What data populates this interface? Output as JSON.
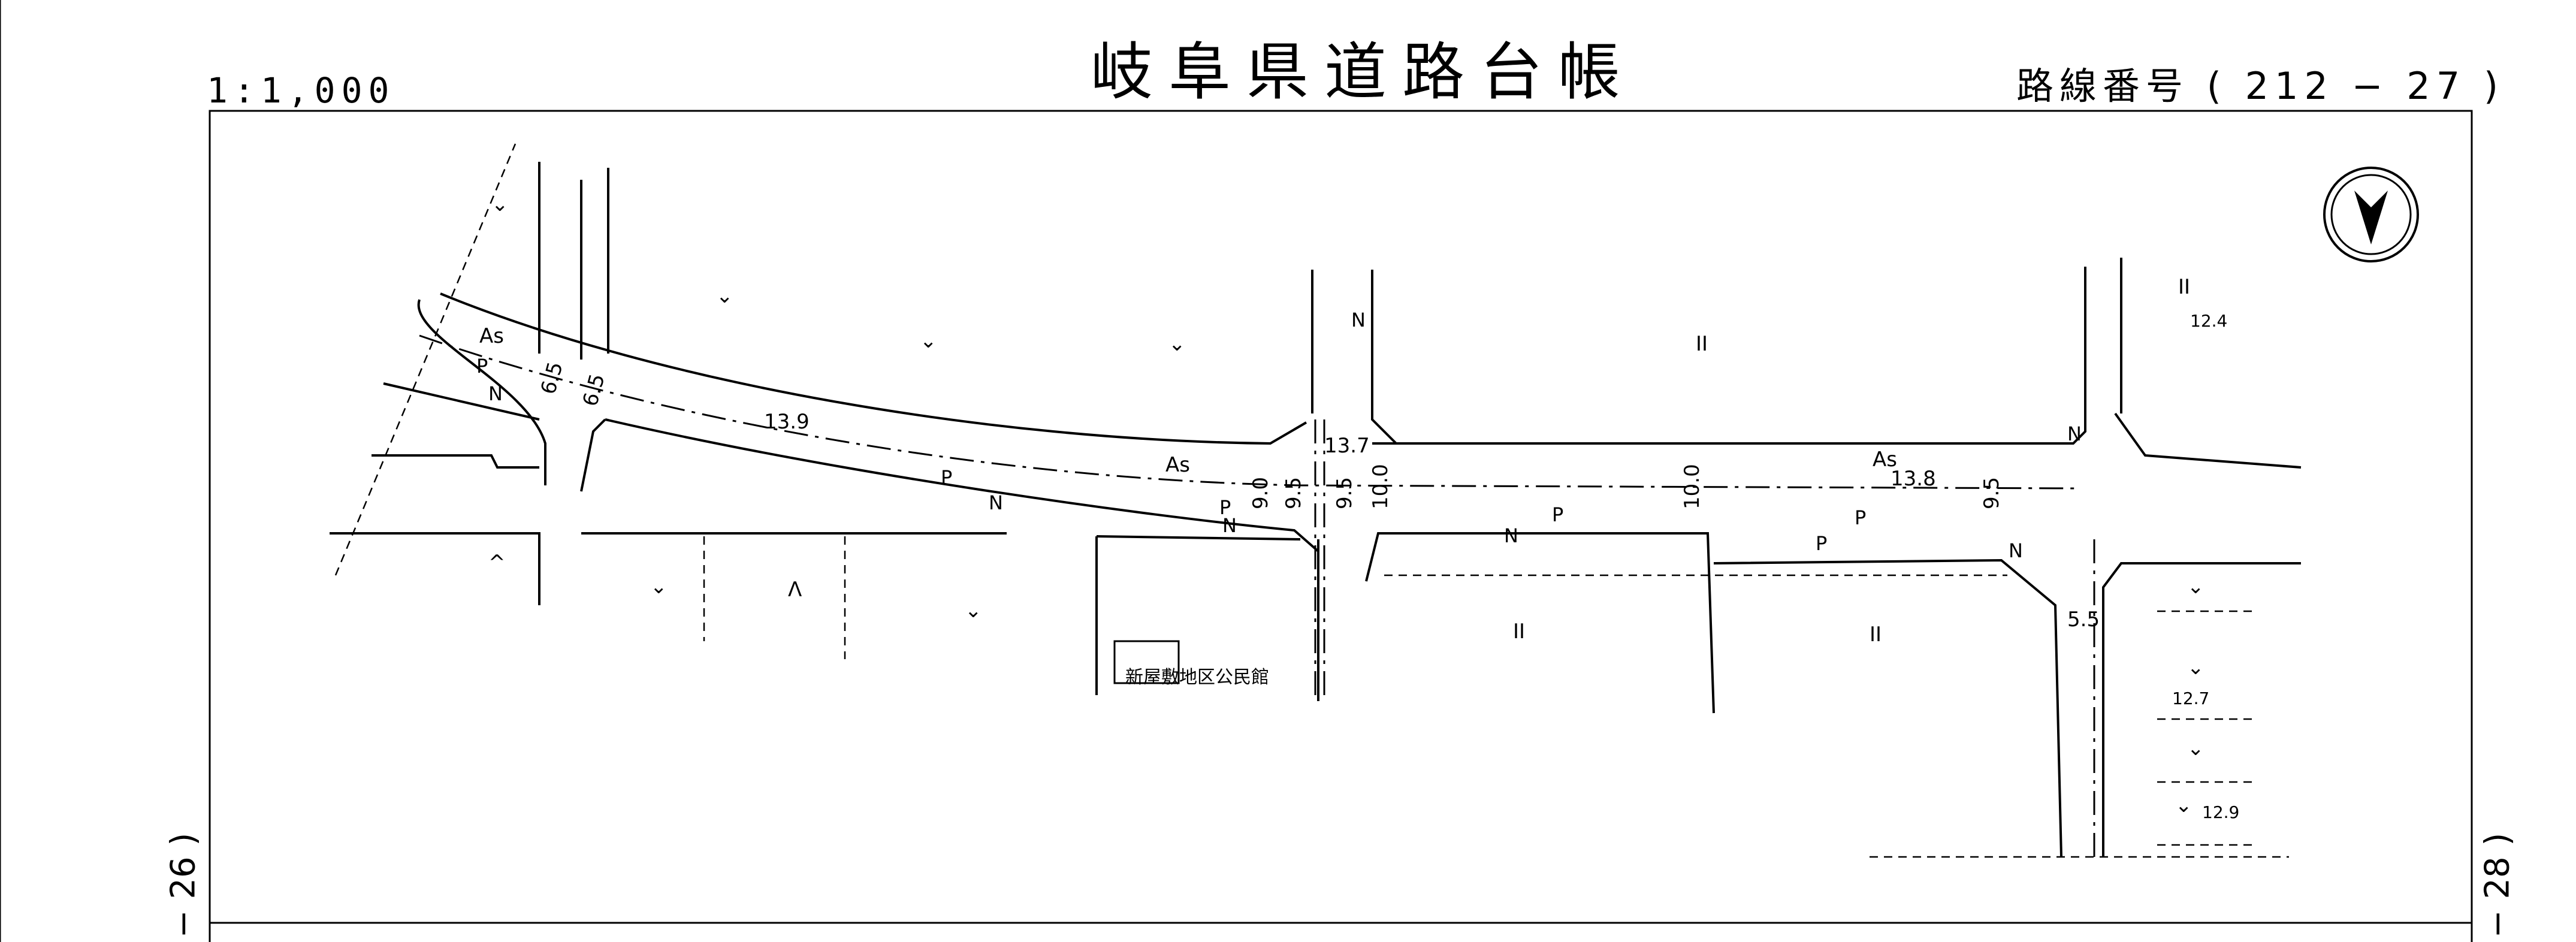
{
  "header": {
    "scale": "1:1,000",
    "title": "岐阜県道路台帳",
    "route_number": "路線番号 ( 212 − 27 )"
  },
  "side_labels": {
    "left": "− 26 )",
    "right": "− 28 )"
  },
  "map": {
    "north_arrow_icon": "north-arrow-icon",
    "surface_labels": [
      "As",
      "As",
      "As"
    ],
    "width_labels": [
      "13.9",
      "13.7",
      "13.8",
      "9.0",
      "9.5",
      "9.5",
      "10.0",
      "10.0",
      "9.5",
      "6.5",
      "6.5",
      "5.5"
    ],
    "elevation_labels": [
      "12.4",
      "12.7",
      "12.9"
    ],
    "symbol_labels": [
      "P",
      "N",
      "P",
      "N",
      "P",
      "N",
      "P",
      "N",
      "P",
      "P",
      "N",
      "N",
      "N"
    ],
    "building_label": "新屋敷地区公民館"
  }
}
